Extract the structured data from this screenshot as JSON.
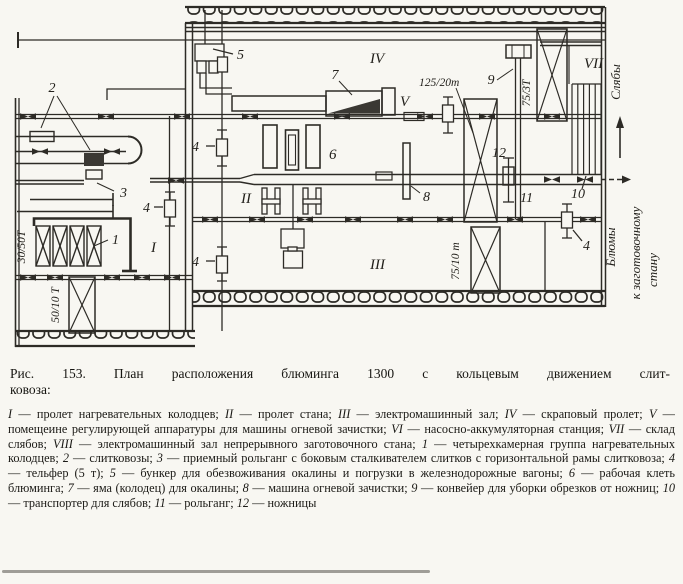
{
  "caption": {
    "line1": "Рис. 153. План расположения блюминга 1300 с кольцевым движением слит-",
    "line2": "ковоза:"
  },
  "legend": {
    "dash": "—",
    "sep": "; ",
    "items": [
      {
        "label": "I",
        "text": "пролет нагревательных колодцев"
      },
      {
        "label": "II",
        "text": "пролет стана"
      },
      {
        "label": "III",
        "text": "электромашинный зал"
      },
      {
        "label": "IV",
        "text": "скраповый пролет"
      },
      {
        "label": "V",
        "text": "помещеине регулирующей аппаратуры для машины огневой зачистки"
      },
      {
        "label": "VI",
        "text": "насосно-аккумуляторная станция"
      },
      {
        "label": "VII",
        "text": "склад слябов"
      },
      {
        "label": "VIII",
        "text": "электромашинный зал непрерывного заготовочного стана"
      },
      {
        "label": "1",
        "text": "четырехкамерная группа нагревательных колодцев"
      },
      {
        "label": "2",
        "text": "слитковозы"
      },
      {
        "label": "3",
        "text": "приемный рольганг с боковым сталкивателем слитков с горизонтальной рамы слитковоза"
      },
      {
        "label": "4",
        "text": "тельфер (5 т)"
      },
      {
        "label": "5",
        "text": "бункер для обезвоживания окалины и погрузки в железнодорожные вагоны"
      },
      {
        "label": "6",
        "text": "рабочая клеть блюминга"
      },
      {
        "label": "7",
        "text": "яма (колодец) для окалины"
      },
      {
        "label": "8",
        "text": "машина огневой зачистки"
      },
      {
        "label": "9",
        "text": "конвейер для уборки обрезков от ножниц"
      },
      {
        "label": "10",
        "text": "транспортер для слябов"
      },
      {
        "label": "11",
        "text": "рольганг"
      },
      {
        "label": "12",
        "text": "ножницы"
      }
    ]
  },
  "diagram": {
    "zones": {
      "I": "I",
      "II": "II",
      "III": "III",
      "IV": "IV",
      "V": "V",
      "VII": "VII"
    },
    "parts": {
      "p1": "1",
      "p2": "2",
      "p3": "3",
      "p4": "4",
      "p5": "5",
      "p6": "6",
      "p7": "7",
      "p8": "8",
      "p9": "9",
      "p10": "10",
      "p11": "11",
      "p12": "12"
    },
    "cranes": {
      "wells": "30/50Т",
      "left": "50/10 Т",
      "main": "125/20т",
      "scrap": "75/3Т",
      "slab": "75/10 т"
    },
    "flows": {
      "slabs": "Слябы",
      "blooms": "Блюмы",
      "to_mill_1": "к заготовочному",
      "to_mill_2": "стану"
    }
  },
  "colors": {
    "paper": "#f8f7f2",
    "ink": "#2d2b26"
  }
}
